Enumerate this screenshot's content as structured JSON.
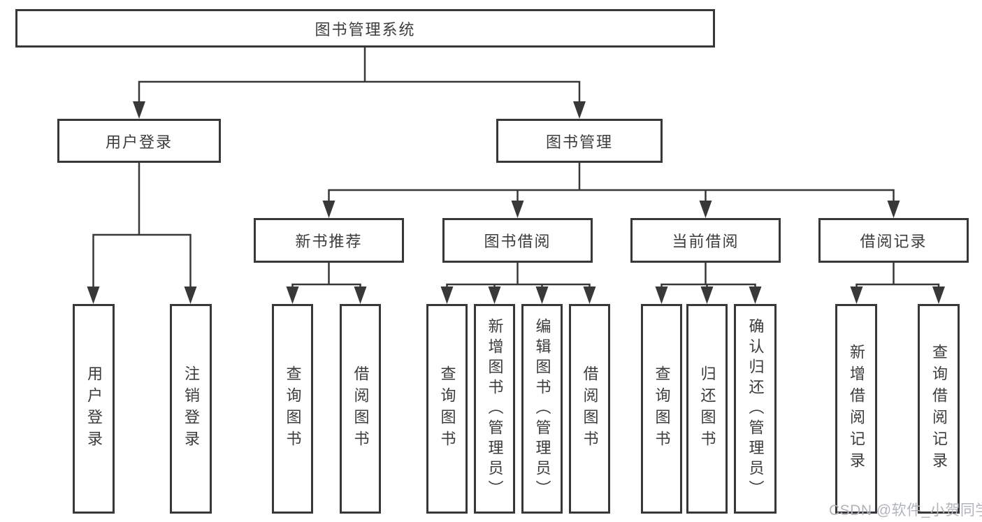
{
  "colors": {
    "background": "#ffffff",
    "box_border": "#383838",
    "connector_line": "#383838",
    "text": "#3c3c3c",
    "watermark_text": "#b1b4b9"
  },
  "tree": {
    "root": {
      "label": "图书管理系统",
      "children": [
        {
          "label": "用户登录",
          "children": [
            {
              "label": "用户登录"
            },
            {
              "label": "注销登录"
            }
          ]
        },
        {
          "label": "图书管理",
          "children": [
            {
              "label": "新书推荐",
              "children": [
                {
                  "label": "查询图书"
                },
                {
                  "label": "借阅图书"
                }
              ]
            },
            {
              "label": "图书借阅",
              "children": [
                {
                  "label": "查询图书"
                },
                {
                  "label": "新增图书（管理员）"
                },
                {
                  "label": "编辑图书（管理员）"
                },
                {
                  "label": "借阅图书"
                }
              ]
            },
            {
              "label": "当前借阅",
              "children": [
                {
                  "label": "查询图书"
                },
                {
                  "label": "归还图书"
                },
                {
                  "label": "确认归还（管理员）"
                }
              ]
            },
            {
              "label": "借阅记录",
              "children": [
                {
                  "label": "新增借阅记录"
                },
                {
                  "label": "查询借阅记录"
                }
              ]
            }
          ]
        }
      ]
    }
  },
  "watermark": {
    "text": "CSDN @软件_小贺同学"
  }
}
